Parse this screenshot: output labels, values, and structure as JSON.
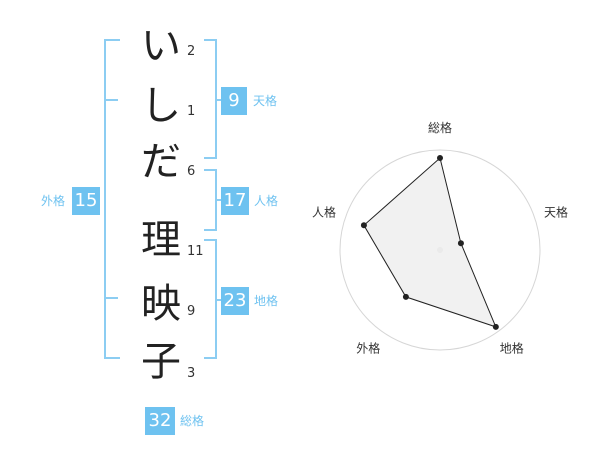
{
  "name_chars": [
    "い",
    "し",
    "だ",
    "理",
    "映",
    "子"
  ],
  "stroke_counts": [
    "2",
    "1",
    "6",
    "11",
    "9",
    "3"
  ],
  "scores": {
    "tenkaku": {
      "value": "9",
      "label": "天格"
    },
    "jinkaku": {
      "value": "17",
      "label": "人格"
    },
    "chikaku": {
      "value": "23",
      "label": "地格"
    },
    "gaikaku": {
      "value": "15",
      "label": "外格"
    },
    "soukaku": {
      "value": "32",
      "label": "総格"
    }
  },
  "colors": {
    "accent": "#6ec2f0",
    "bracket": "#8ccdf2",
    "radar_fill": "#efefef",
    "radar_line": "#222222"
  },
  "chart_data": {
    "type": "radar",
    "axes": [
      "総格",
      "天格",
      "地格",
      "外格",
      "人格"
    ],
    "values": [
      0.92,
      0.22,
      0.95,
      0.58,
      0.8
    ],
    "rings": 4,
    "max": 1
  }
}
